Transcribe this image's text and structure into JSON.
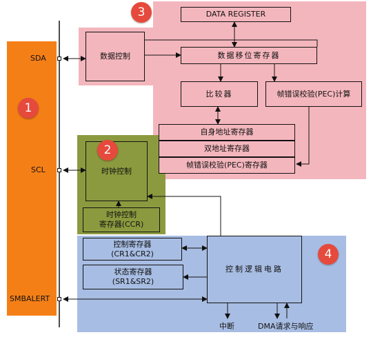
{
  "colors": {
    "region_orange": "#f57f17",
    "region_pink": "#f4b6bd",
    "region_green": "#8c9a3f",
    "region_blue": "#a8bde3",
    "badge": "#e64a3c",
    "line": "#111111"
  },
  "badges": [
    "1",
    "2",
    "3",
    "4"
  ],
  "pins": {
    "sda": "SDA",
    "scl": "SCL",
    "smbalert": "SMBALERT"
  },
  "blocks": {
    "data_register": "DATA REGISTER",
    "data_control": "数据控制",
    "shift_register": "数据移位寄存器",
    "comparator": "比较器",
    "pec_calc": "帧错误校验(PEC)计算",
    "own_address_register": "自身地址寄存器",
    "dual_address_register": "双地址寄存器",
    "pec_register": "帧错误校验(PEC)寄存器",
    "clock_control": "时钟控制",
    "ccr": "时钟控制\n寄存器(CCR)",
    "control_register": "控制寄存器\n(CR1&CR2)",
    "status_register": "状态寄存器\n(SR1&SR2)",
    "control_logic": "控制逻辑电路"
  },
  "outputs": {
    "interrupt": "中断",
    "dma": "DMA请求与响应"
  }
}
